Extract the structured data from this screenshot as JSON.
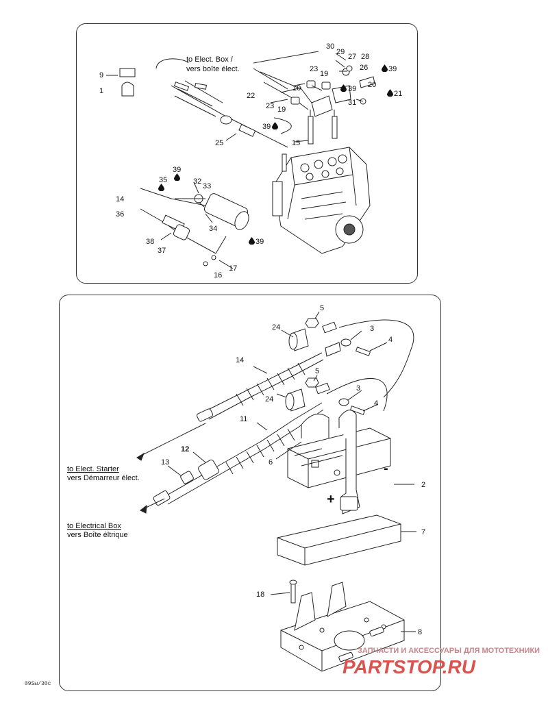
{
  "top_panel": {
    "notes": {
      "to_box_en": "to Elect. Box /",
      "to_box_fr": "vers boîte élect."
    },
    "callouts": [
      "9",
      "1",
      "30",
      "29",
      "27",
      "28",
      "26",
      "39",
      "23",
      "19",
      "22",
      "10",
      "39",
      "20",
      "21",
      "23",
      "19",
      "31",
      "39",
      "15",
      "25",
      "39",
      "35",
      "32",
      "33",
      "14",
      "36",
      "34",
      "38",
      "37",
      "39",
      "17",
      "16"
    ]
  },
  "bottom_panel": {
    "notes": {
      "starter_en": "to Elect. Starter",
      "starter_fr": "vers Démarreur élect.",
      "box_en": "to Electrical Box",
      "box_fr": "vers Boîte éltrique"
    },
    "callouts": [
      "5",
      "24",
      "3",
      "4",
      "14",
      "5",
      "24",
      "3",
      "4",
      "11",
      "6",
      "12",
      "13",
      "2",
      "7",
      "18",
      "8"
    ],
    "signs": {
      "minus": "-",
      "plus": "+"
    }
  },
  "watermark": {
    "line1": "ЗАПЧАСТИ И АКСЕССУАРЫ ДЛЯ МОТОТЕХНИКИ",
    "line2": "PARTSTOP.RU"
  },
  "figure_code": "09Sы/30с"
}
